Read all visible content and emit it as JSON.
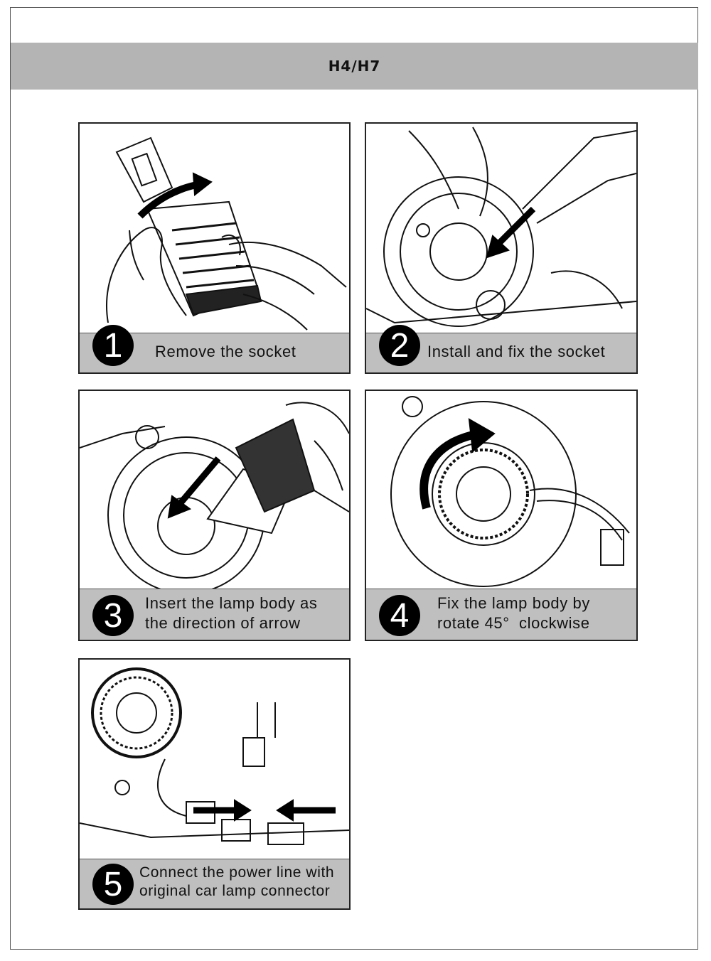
{
  "title": "H4/H7",
  "steps": [
    {
      "number": "1",
      "caption": "Remove the socket"
    },
    {
      "number": "2",
      "caption": "Install and fix the socket"
    },
    {
      "number": "3",
      "caption": "Insert the lamp body as\nthe direction of arrow"
    },
    {
      "number": "4",
      "caption": "Fix the lamp body by\nrotate 45°  clockwise"
    },
    {
      "number": "5",
      "caption": "Connect the power line with\noriginal car lamp connector"
    }
  ]
}
